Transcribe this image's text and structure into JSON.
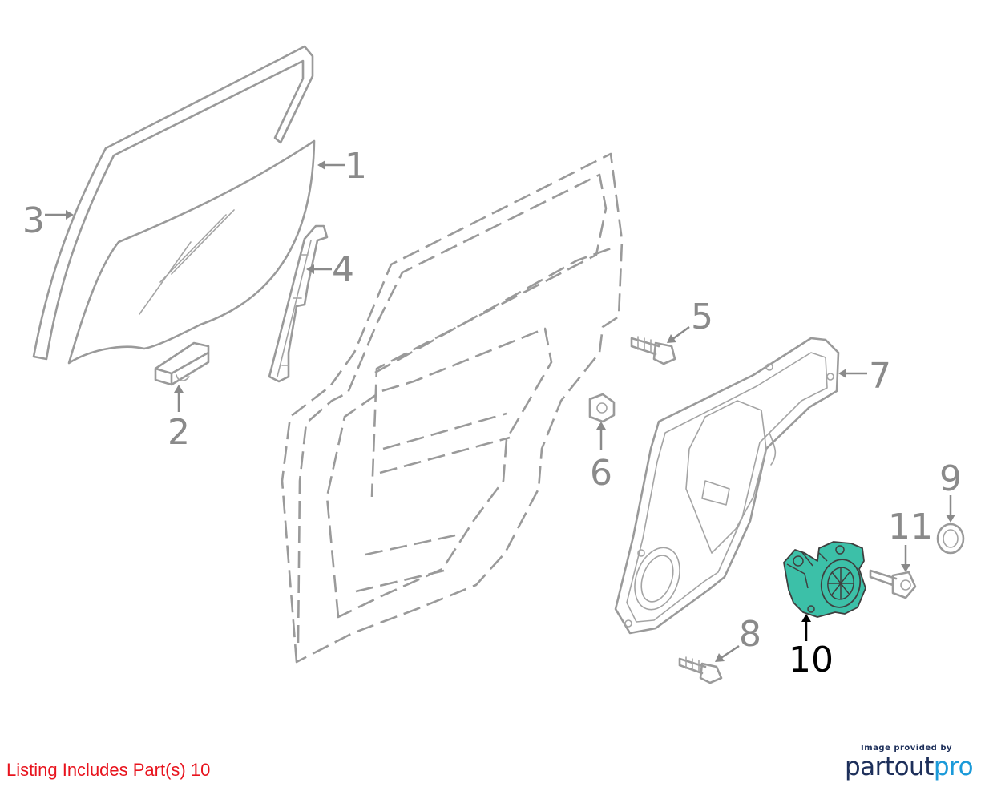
{
  "diagram": {
    "callouts": [
      {
        "id": "1",
        "label": "1"
      },
      {
        "id": "2",
        "label": "2"
      },
      {
        "id": "3",
        "label": "3"
      },
      {
        "id": "4",
        "label": "4"
      },
      {
        "id": "5",
        "label": "5"
      },
      {
        "id": "6",
        "label": "6"
      },
      {
        "id": "7",
        "label": "7"
      },
      {
        "id": "8",
        "label": "8"
      },
      {
        "id": "9",
        "label": "9"
      },
      {
        "id": "10",
        "label": "10"
      },
      {
        "id": "11",
        "label": "11"
      }
    ],
    "highlighted_part": "10",
    "colors": {
      "highlight": "#3cc0a8",
      "line": "#9a9a9a",
      "label": "#8a8a8a",
      "active_label": "#000000",
      "note": "#e8141e",
      "brand_dark": "#1d2f5a",
      "brand_light": "#1b9ad9"
    }
  },
  "footer": {
    "listing_note": "Listing Includes Part(s) 10",
    "credit_line": "Image provided by",
    "brand_main": "partout",
    "brand_accent": "pro"
  }
}
